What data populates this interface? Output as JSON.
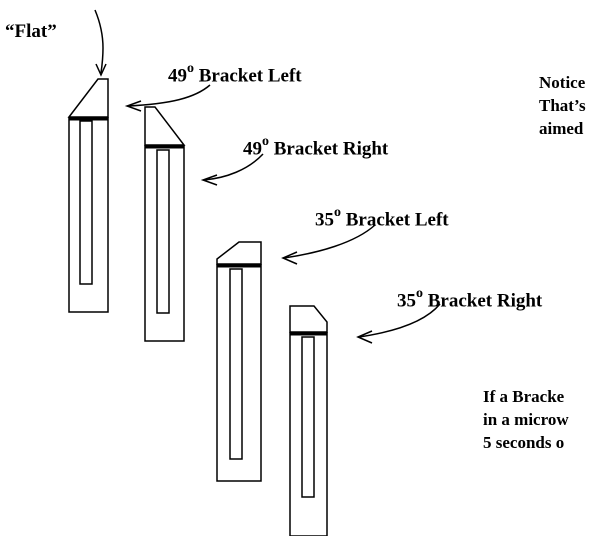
{
  "flat_label": "“Flat”",
  "brackets": [
    {
      "deg": "49",
      "sup": "o",
      "text": "Bracket Left"
    },
    {
      "deg": "49",
      "sup": "o",
      "text": "Bracket Right"
    },
    {
      "deg": "35",
      "sup": "o",
      "text": "Bracket Left"
    },
    {
      "deg": "35",
      "sup": "o",
      "text": "Bracket Right"
    }
  ],
  "note_top": [
    "Notice",
    "That’s",
    "aimed"
  ],
  "note_bottom": [
    "If a Bracke",
    "in a microw",
    "5 seconds o"
  ],
  "colors": {
    "ink": "#000000",
    "background": "#ffffff"
  }
}
